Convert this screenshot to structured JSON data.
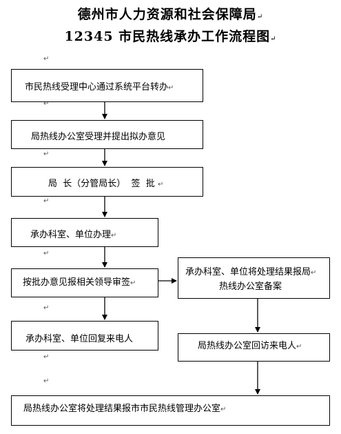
{
  "title": {
    "line1": "德州市人力资源和社会保障局",
    "line2": "12345 市民热线承办工作流程图"
  },
  "paragraph_mark": "↵",
  "steps": {
    "step1": "市民热线受理中心通过系统平台转办",
    "step2": "局热线办公室受理并提出拟办意见",
    "step3": "局  长（分管局长）  签  批",
    "step4": "承办科室、单位办理",
    "step5": "按批办意见报相关领导审签",
    "step6": "承办科室、单位回复来电人",
    "step7_line1": "承办科室、单位将处理结果报局",
    "step7_line2": "热线办公室备案",
    "step8": "局热线办公室回访来电人",
    "step9": "局热线办公室将处理结果报市市民热线管理办公室"
  }
}
